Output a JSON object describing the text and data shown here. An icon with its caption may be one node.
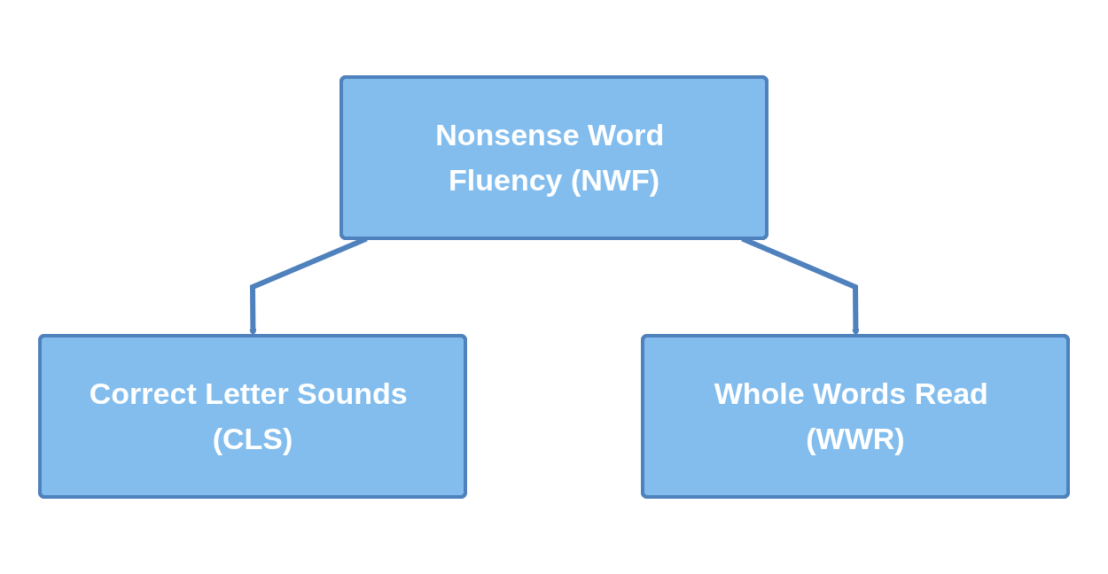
{
  "diagram": {
    "nodes": [
      {
        "text": [
          "Nonsense Word Fluency (NWF)"
        ]
      },
      {
        "text": [
          "Correct Letter Sounds (CLS)"
        ]
      },
      {
        "text": [
          "Whole Words Read (WWR)"
        ]
      }
    ],
    "edges": [
      {
        "from": 0,
        "to": 1,
        "arrow": "to"
      },
      {
        "from": 0,
        "to": 2,
        "arrow": "to"
      }
    ]
  }
}
